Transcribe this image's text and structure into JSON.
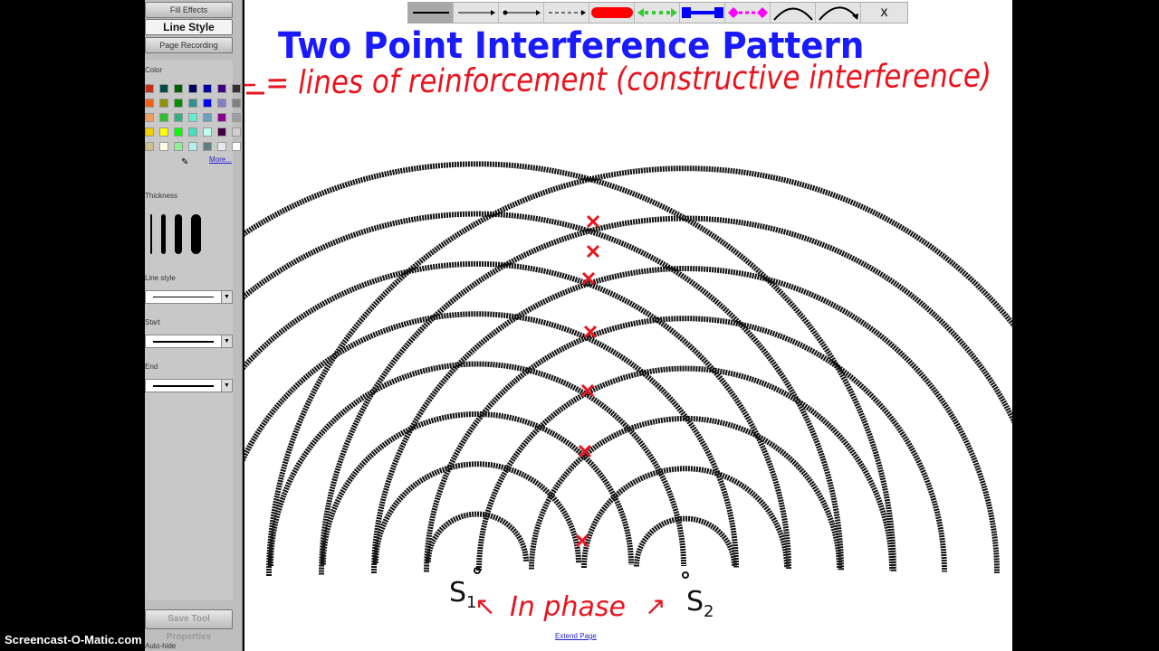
{
  "panel": {
    "tabs": [
      "Fill Effects",
      "Line Style",
      "Page Recording"
    ],
    "color_label": "Color",
    "more_label": "More...",
    "thickness_label": "Thickness",
    "line_style_label": "Line style",
    "start_label": "Start",
    "end_label": "End",
    "save_label": "Save Tool Properties",
    "autohide_label": "Auto-hide",
    "swatches": [
      "#c0301a",
      "#004848",
      "#006000",
      "#000060",
      "#0000a0",
      "#400080",
      "#303030",
      "#f06018",
      "#909000",
      "#009000",
      "#309090",
      "#0000ff",
      "#8080c0",
      "#808080",
      "#f0a060",
      "#30c030",
      "#30b080",
      "#60f0d0",
      "#70a0c0",
      "#900090",
      "#a0a0a0",
      "#f0d000",
      "#ffff00",
      "#00ff00",
      "#40e0c0",
      "#c0fff0",
      "#400040",
      "#d0d0d0",
      "#d0c090",
      "#ffffe8",
      "#90f090",
      "#b0f0f0",
      "#608080",
      "#e8e8f0",
      "#ffffff"
    ]
  },
  "toolbar": {
    "tools": [
      "thick-line",
      "arrow-line",
      "dot-arrow-line",
      "dashed-arrow-line",
      "red-marker",
      "green-dotted-arrow",
      "blue-square-line",
      "magenta-diamond-dotted",
      "arc",
      "arc-arrow"
    ],
    "close_label": "X"
  },
  "page": {
    "title": "Two Point Interference Pattern",
    "legend": "– = lines of reinforcement (constructive interference)",
    "s1": "S",
    "s1_sub": "1",
    "s2": "S",
    "s2_sub": "2",
    "in_phase": "In phase",
    "extend_label": "Extend Page"
  },
  "colors": {
    "title": "#1a1aff",
    "annotation": "#e8141e"
  },
  "watermark": "Screencast-O-Matic.com"
}
